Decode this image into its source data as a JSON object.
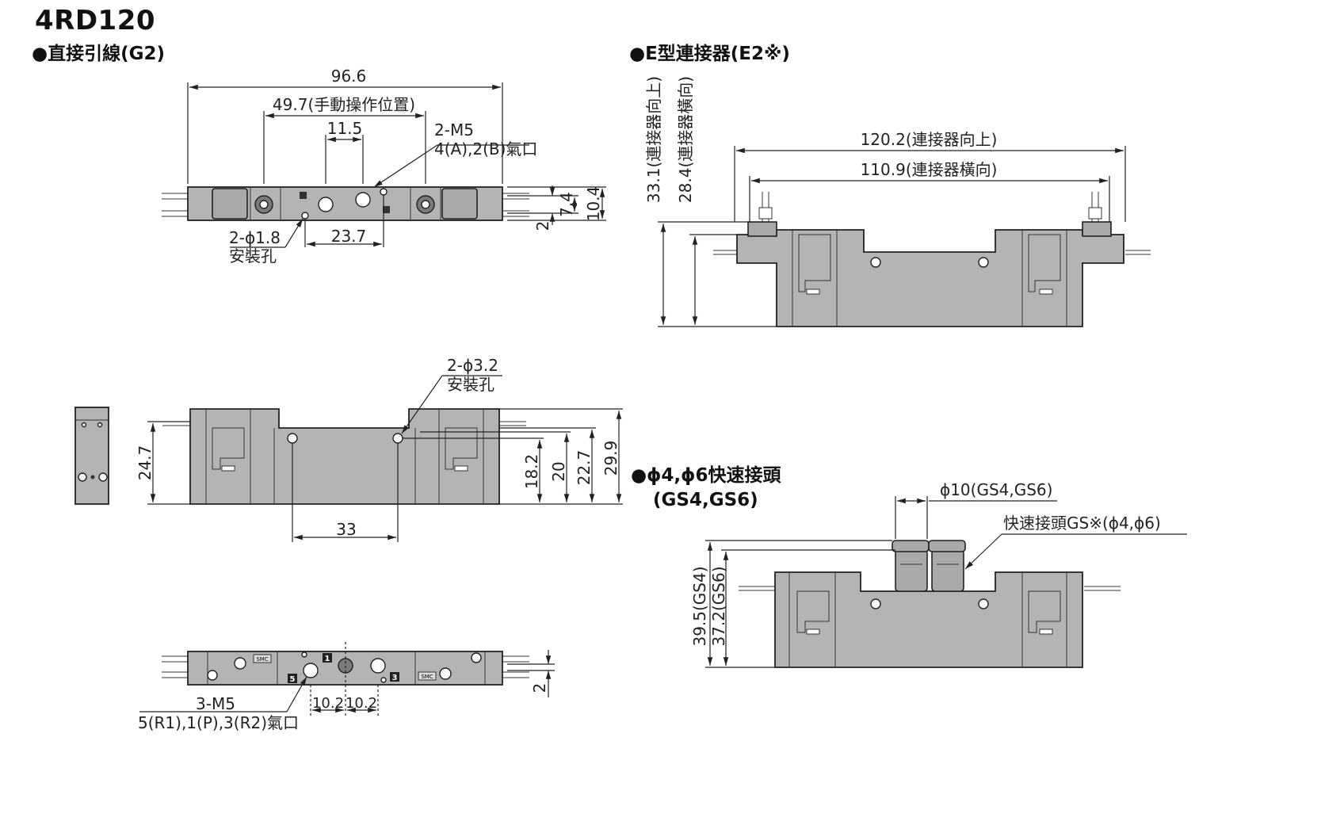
{
  "title": "4RD120",
  "sections": {
    "g2": "●直接引線(G2)",
    "e2": "●E型連接器(E2※)",
    "gs": "●ϕ4,ϕ6快速接頭",
    "gs_sub": "(GS4,GS6)"
  },
  "dims_top": {
    "d1": "96.6",
    "d2": "49.7(手動操作位置)",
    "d3": "11.5",
    "m5_a": "2-M5",
    "m5_b": "4(A),2(B)氣口",
    "d4": "7.4",
    "d5": "10.4",
    "d6": "2",
    "hole_a": "2-ϕ1.8",
    "hole_b": "安裝孔",
    "d7": "23.7"
  },
  "dims_e2": {
    "h1": "33.1(連接器向上)",
    "h2": "28.4(連接器橫向)",
    "w1": "120.2(連接器向上)",
    "w2": "110.9(連接器橫向)"
  },
  "dims_front": {
    "hole_a": "2-ϕ3.2",
    "hole_b": "安裝孔",
    "d1": "24.7",
    "d2": "18.2",
    "d3": "20",
    "d4": "22.7",
    "d5": "29.9",
    "d6": "33"
  },
  "dims_bottom": {
    "m5_a": "3-M5",
    "m5_b": "5(R1),1(P),3(R2)氣口",
    "d1": "10.2",
    "d2": "10.2",
    "d3": "2",
    "port_labels": [
      "1",
      "5",
      "3"
    ],
    "tiny_text": [
      "SMC",
      "SMC"
    ]
  },
  "dims_gs": {
    "d1": "ϕ10(GS4,GS6)",
    "label": "快速接頭GS※(ϕ4,ϕ6)",
    "h1": "39.5(GS4)",
    "h2": "37.2(GS6)"
  },
  "colors": {
    "body": "#b4b4b4",
    "line": "#222222"
  }
}
